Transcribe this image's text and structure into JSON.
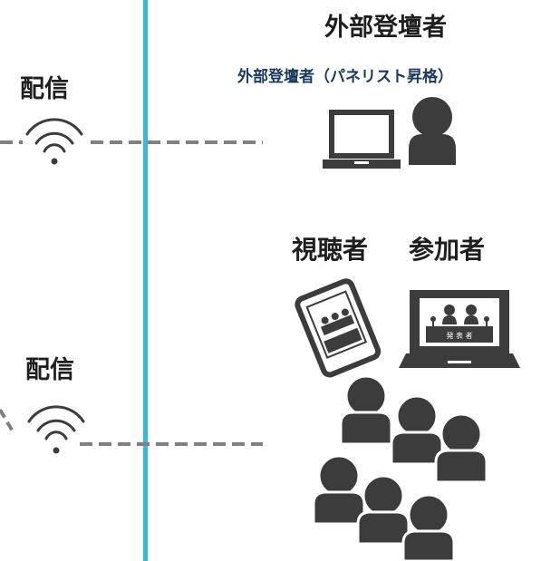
{
  "labels": {
    "external_speaker_title": "外部登壇者",
    "external_speaker_sub": "外部登壇者（パネリスト昇格）",
    "distribution_top": "配信",
    "distribution_bottom": "配信",
    "viewer": "視聴者",
    "participant": "参加者",
    "screen_caption": "発 表 者"
  },
  "colors": {
    "divider": "#35b8e0",
    "dash": "#7f7f7f",
    "icon": "#3c3c3c",
    "accent_text": "#1a3a5c"
  },
  "icons": [
    "wifi-icon",
    "laptop-icon",
    "person-icon",
    "smartphone-icon",
    "video-conference-laptop-icon",
    "audience-group-icon"
  ]
}
